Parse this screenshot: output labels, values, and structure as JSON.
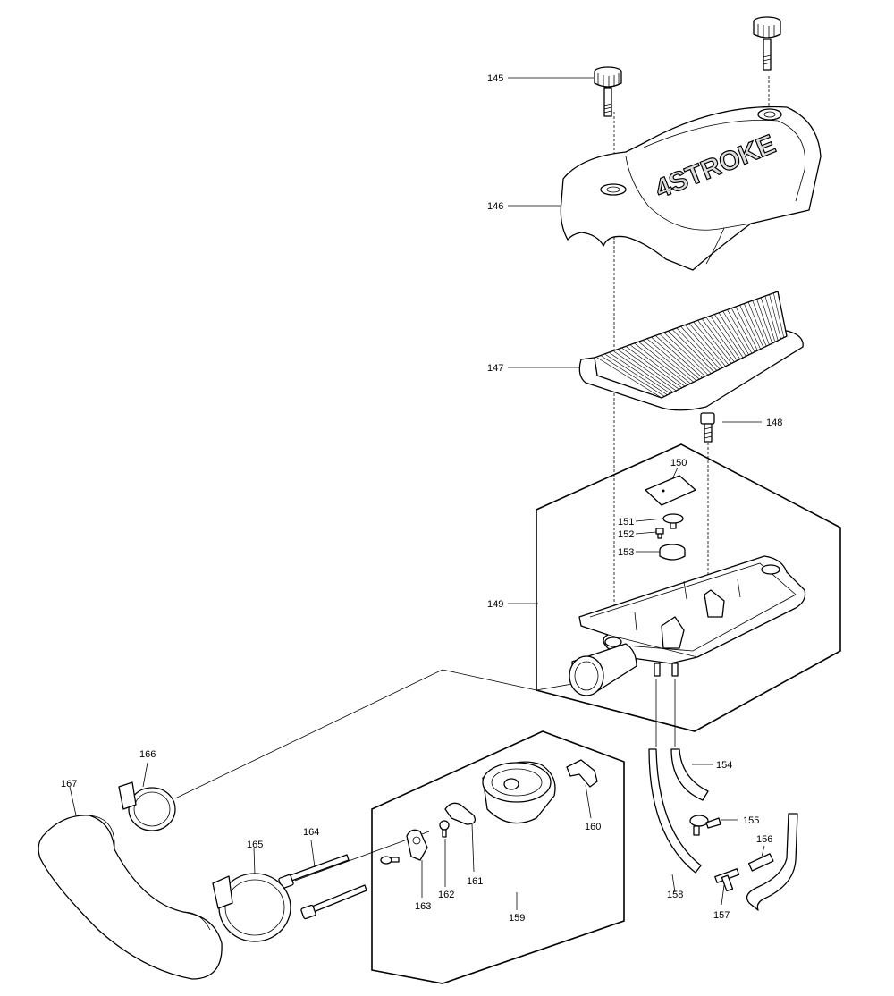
{
  "cover_logo": "4STROKE",
  "callouts": [
    {
      "id": "145",
      "label": "145",
      "part": "knob-screw"
    },
    {
      "id": "146",
      "label": "146",
      "part": "air-cleaner-cover"
    },
    {
      "id": "147",
      "label": "147",
      "part": "air-filter-element"
    },
    {
      "id": "148",
      "label": "148",
      "part": "screw"
    },
    {
      "id": "149",
      "label": "149",
      "part": "air-cleaner-case-assembly"
    },
    {
      "id": "150",
      "label": "150",
      "part": "valve-plate"
    },
    {
      "id": "151",
      "label": "151",
      "part": "valve"
    },
    {
      "id": "152",
      "label": "152",
      "part": "plug"
    },
    {
      "id": "153",
      "label": "153",
      "part": "ring"
    },
    {
      "id": "154",
      "label": "154",
      "part": "hose"
    },
    {
      "id": "155",
      "label": "155",
      "part": "hose-clip"
    },
    {
      "id": "156",
      "label": "156",
      "part": "joint"
    },
    {
      "id": "157",
      "label": "157",
      "part": "t-joint"
    },
    {
      "id": "158",
      "label": "158",
      "part": "hose"
    },
    {
      "id": "159",
      "label": "159",
      "part": "choke-assembly"
    },
    {
      "id": "160",
      "label": "160",
      "part": "choke-lever"
    },
    {
      "id": "161",
      "label": "161",
      "part": "plate"
    },
    {
      "id": "162",
      "label": "162",
      "part": "screw"
    },
    {
      "id": "163",
      "label": "163",
      "part": "clip"
    },
    {
      "id": "164",
      "label": "164",
      "part": "long-bolt"
    },
    {
      "id": "165",
      "label": "165",
      "part": "hose-band"
    },
    {
      "id": "166",
      "label": "166",
      "part": "hose-band"
    },
    {
      "id": "167",
      "label": "167",
      "part": "intake-elbow-hose"
    }
  ]
}
